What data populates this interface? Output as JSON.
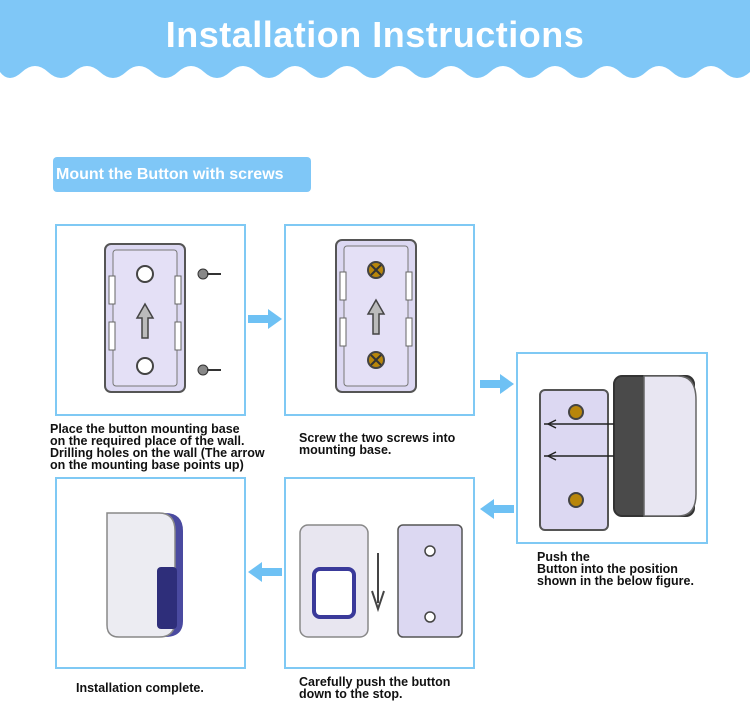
{
  "header": {
    "title": "Installation Instructions",
    "color": "#7fc7f7"
  },
  "section": {
    "label": "Mount the Button with screws"
  },
  "steps": [
    {
      "caption": [
        "Place the button mounting base",
        "on the required place of the wall.",
        "Drilling holes on the wall (The arrow",
        "on the mounting base points up)"
      ]
    },
    {
      "caption": [
        "Screw the two screws into",
        "mounting base."
      ]
    },
    {
      "caption": [
        "Push the",
        "Button into the position",
        "shown in the below figure."
      ]
    },
    {
      "caption": [
        "Carefully push the button",
        "down to the stop."
      ]
    },
    {
      "caption": [
        "Installation complete."
      ]
    }
  ],
  "colors": {
    "panel_border": "#7fc9f4",
    "arrow": "#6ec1f4",
    "base_plate": "#d6d2ef"
  }
}
